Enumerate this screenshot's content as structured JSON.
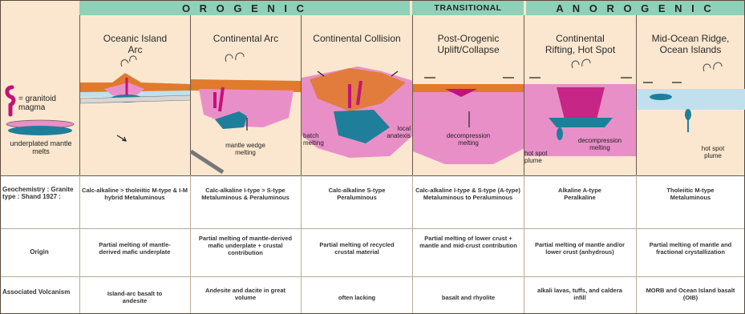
{
  "headers": {
    "orogenic": "O R O G E N I C",
    "transitional": "TRANSITIONAL",
    "anorogenic": "A N O R O G E N I C"
  },
  "legend": {
    "granitoid": "= granitoid magma",
    "underplated": "underplated mantle melts"
  },
  "settings": [
    {
      "title": "Oceanic Island Arc"
    },
    {
      "title": "Continental Arc"
    },
    {
      "title": "Continental Collision"
    },
    {
      "title": "Post-Orogenic Uplift/Collapse"
    },
    {
      "title": "Continental Rifting, Hot Spot"
    },
    {
      "title": "Mid-Ocean Ridge, Ocean Islands"
    }
  ],
  "diagram_labels": {
    "mantle_wedge": "mantle wedge melting",
    "batch": "batch melting",
    "local_anatexis": "local anatexis",
    "decompression_1": "decompression melting",
    "decompression_2": "decompression melting",
    "hot_spot_plume_1": "hot spot plume",
    "hot_spot_plume_2": "hot spot plume"
  },
  "rows": [
    {
      "label": "Geochemistry : Granite type : Shand 1927 :",
      "cells": [
        "Calc-alkaline > tholeiitic M-type & I-M hybrid Metaluminous",
        "Calc-alkaline I-type > S-type Metaluminous & Peraluminous",
        "Calc-alkaline S-type Peraluminous",
        "Calc-alkaline I-type & S-type (A-type) Metaluminous to Peraluminous",
        "Alkaline A-type Peralkaline",
        "Tholeiitic M-type Metaluminous"
      ]
    },
    {
      "label": "Origin",
      "cells": [
        "Partial melting of mantle-derived mafic underplate",
        "Partial melting of mantle-derived mafic underplate + crustal contribution",
        "Partial melting of recycled crustal material",
        "Partial melting of lower crust + mantle and mid-crust contribution",
        "Partial melting of mantle and/or lower crust (anhydrous)",
        "Partial melting of mantle and fractional crystallization"
      ]
    },
    {
      "label": "Associated Volcanism",
      "cells": [
        "Island-arc basalt to andesite",
        "Andesite and dacite in great volume",
        "often lacking",
        "basalt and rhyolite",
        "alkali lavas, tuffs, and caldera infill",
        "MORB and Ocean Island basalt (OIB)"
      ]
    }
  ],
  "colors": {
    "header_bg": "#8fd0b8",
    "crust_pink": "#e98fc8",
    "ocean_blue": "#bfe0ec",
    "magma_blue": "#1f7f9b",
    "granitoid_magenta": "#c0147a",
    "sediment_orange": "#e07a2c",
    "panel_bg": "#fbe7cf"
  }
}
